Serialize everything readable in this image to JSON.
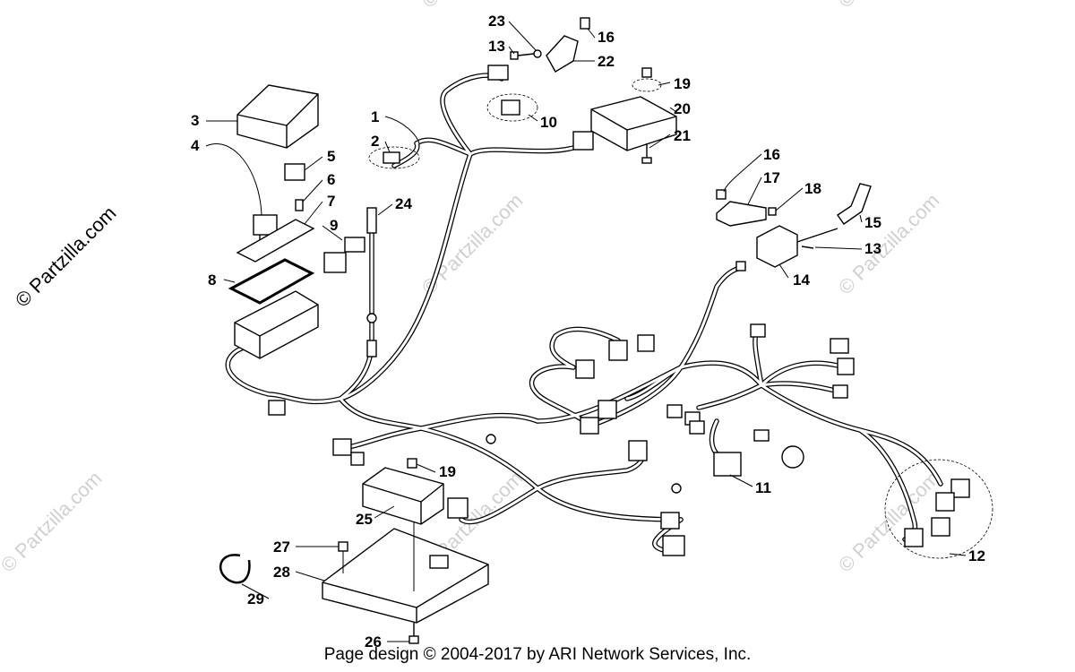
{
  "watermark_text": "© Partzilla.com",
  "brand_text": "© Partzilla.com",
  "footer_text": "Page design © 2004-2017 by ARI Network Services, Inc.",
  "callouts": [
    "1",
    "2",
    "3",
    "4",
    "5",
    "6",
    "7",
    "8",
    "9",
    "10",
    "11",
    "12",
    "13",
    "13",
    "14",
    "15",
    "16",
    "16",
    "17",
    "18",
    "19",
    "19",
    "20",
    "21",
    "22",
    "23",
    "24",
    "25",
    "26",
    "27",
    "28",
    "29"
  ]
}
